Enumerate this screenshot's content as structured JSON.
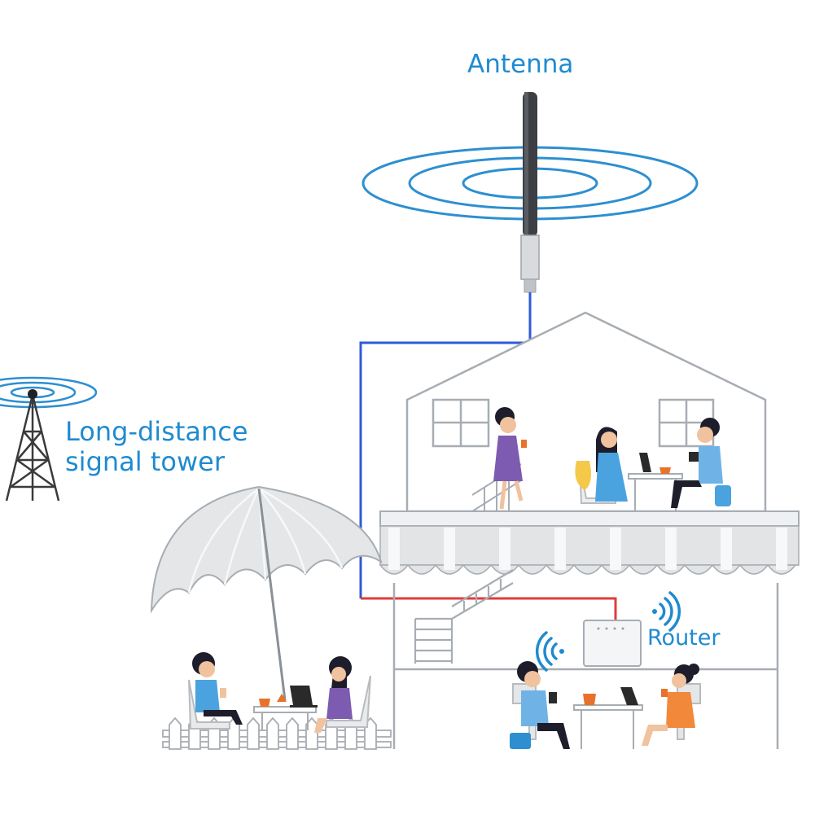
{
  "labels": {
    "antenna": "Antenna",
    "tower_line1": "Long-distance",
    "tower_line2": "signal tower",
    "router": "Router"
  },
  "colors": {
    "label_blue": "#1f8bd0",
    "signal_blue": "#2d8fd0",
    "cable_blue": "#2f5bd6",
    "cable_red": "#e23b3b",
    "outline_gray": "#a7adb3",
    "awning_gray": "#e2e4e6",
    "figure_hair": "#1d1d2b",
    "figure_skin": "#f1c29e",
    "figure_blue": "#4aa3df",
    "figure_purple": "#7d5bb0",
    "figure_orange": "#f2883a"
  },
  "icons": [
    "antenna-icon",
    "signal-tower-icon",
    "router-icon",
    "wifi-icon",
    "umbrella-icon",
    "house-icon"
  ]
}
